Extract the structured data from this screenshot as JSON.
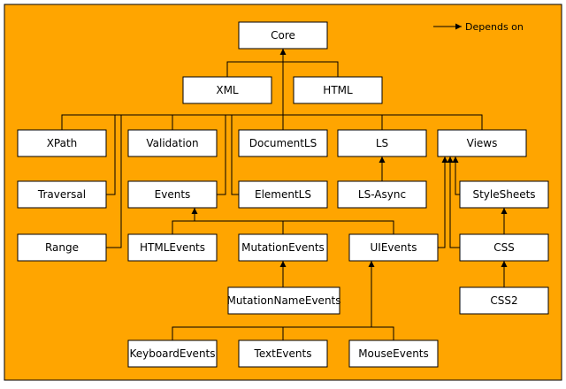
{
  "legend": {
    "label": "Depends on"
  },
  "colors": {
    "background": "#FFA500",
    "node_fill": "#FFFFFF",
    "stroke": "#000000"
  },
  "nodes": [
    {
      "id": "core",
      "label": "Core"
    },
    {
      "id": "xml",
      "label": "XML"
    },
    {
      "id": "html",
      "label": "HTML"
    },
    {
      "id": "xpath",
      "label": "XPath"
    },
    {
      "id": "validation",
      "label": "Validation"
    },
    {
      "id": "documentls",
      "label": "DocumentLS"
    },
    {
      "id": "ls",
      "label": "LS"
    },
    {
      "id": "views",
      "label": "Views"
    },
    {
      "id": "traversal",
      "label": "Traversal"
    },
    {
      "id": "events",
      "label": "Events"
    },
    {
      "id": "elementls",
      "label": "ElementLS"
    },
    {
      "id": "ls-async",
      "label": "LS-Async"
    },
    {
      "id": "stylesheets",
      "label": "StyleSheets"
    },
    {
      "id": "range",
      "label": "Range"
    },
    {
      "id": "htmlevents",
      "label": "HTMLEvents"
    },
    {
      "id": "mutationevents",
      "label": "MutationEvents"
    },
    {
      "id": "uievents",
      "label": "UIEvents"
    },
    {
      "id": "css",
      "label": "CSS"
    },
    {
      "id": "mutationnameevents",
      "label": "MutationNameEvents"
    },
    {
      "id": "css2",
      "label": "CSS2"
    },
    {
      "id": "keyboardevents",
      "label": "KeyboardEvents"
    },
    {
      "id": "textevents",
      "label": "TextEvents"
    },
    {
      "id": "mouseevents",
      "label": "MouseEvents"
    }
  ],
  "dependencies": [
    {
      "from": "xml",
      "to": "core"
    },
    {
      "from": "html",
      "to": "core"
    },
    {
      "from": "xpath",
      "to": "core"
    },
    {
      "from": "validation",
      "to": "core"
    },
    {
      "from": "documentls",
      "to": "core"
    },
    {
      "from": "ls",
      "to": "core"
    },
    {
      "from": "views",
      "to": "core"
    },
    {
      "from": "traversal",
      "to": "core"
    },
    {
      "from": "events",
      "to": "core"
    },
    {
      "from": "elementls",
      "to": "core"
    },
    {
      "from": "range",
      "to": "core"
    },
    {
      "from": "ls-async",
      "to": "ls"
    },
    {
      "from": "stylesheets",
      "to": "views"
    },
    {
      "from": "uievents",
      "to": "views"
    },
    {
      "from": "css",
      "to": "views"
    },
    {
      "from": "htmlevents",
      "to": "events"
    },
    {
      "from": "mutationevents",
      "to": "events"
    },
    {
      "from": "uievents",
      "to": "events"
    },
    {
      "from": "css",
      "to": "stylesheets"
    },
    {
      "from": "mutationnameevents",
      "to": "mutationevents"
    },
    {
      "from": "css2",
      "to": "css"
    },
    {
      "from": "keyboardevents",
      "to": "uievents"
    },
    {
      "from": "textevents",
      "to": "uievents"
    },
    {
      "from": "mouseevents",
      "to": "uievents"
    }
  ]
}
